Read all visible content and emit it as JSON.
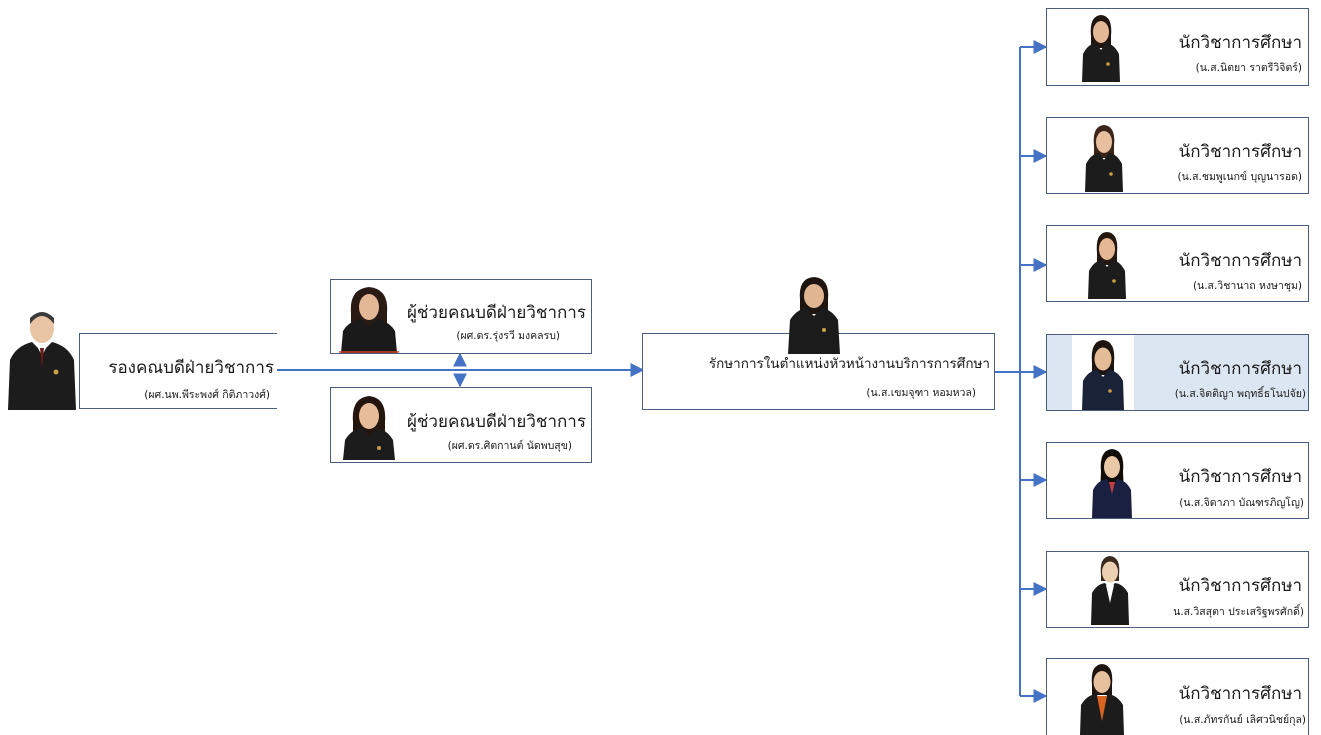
{
  "vice_dean": {
    "title": "รองคณบดีฝ่ายวิชาการ",
    "name": "(ผศ.นพ.พีระพงศ์ กิติภาวงศ์)"
  },
  "assistants": [
    {
      "title": "ผู้ช่วยคณบดีฝ่ายวิชาการ",
      "name": "(ผศ.ดร.รุ่งรวี มงคลรบ)"
    },
    {
      "title": "ผู้ช่วยคณบดีฝ่ายวิชาการ",
      "name": "(ผศ.ดร.ศิตกานต์ นัดพบสุข)"
    }
  ],
  "head": {
    "title": "รักษาการในตำแหน่งหัวหน้างานบริการการศึกษา",
    "name": "(น.ส.เขมจุฑา หอมหวล)"
  },
  "staff": [
    {
      "title": "นักวิชาการศึกษา",
      "name": "(น.ส.นิตยา ราตรีวิจิตร์)"
    },
    {
      "title": "นักวิชาการศึกษา",
      "name": "(น.ส.ชมพูเนกข์ บุญนารอด)"
    },
    {
      "title": "นักวิชาการศึกษา",
      "name": "(น.ส.วิชานาถ หงษาชุม)"
    },
    {
      "title": "นักวิชาการศึกษา",
      "name": "(น.ส.จิตติญา พฤทธิ์ธโนปจัย)"
    },
    {
      "title": "นักวิชาการศึกษา",
      "name": "(น.ส.จิดาภา บัณฑรภิญโญ)"
    },
    {
      "title": "นักวิชาการศึกษา",
      "name": "น.ส.วิสสุตา ประเสริฐพรศักดิ์)"
    },
    {
      "title": "นักวิชาการศึกษา",
      "name": "(น.ส.ภัทรกันย์ เลิศวนิชย์กุล)"
    }
  ],
  "colors": {
    "connector": "#4472c4",
    "border": "#4a5d7e",
    "highlight": "#dce6f2"
  }
}
